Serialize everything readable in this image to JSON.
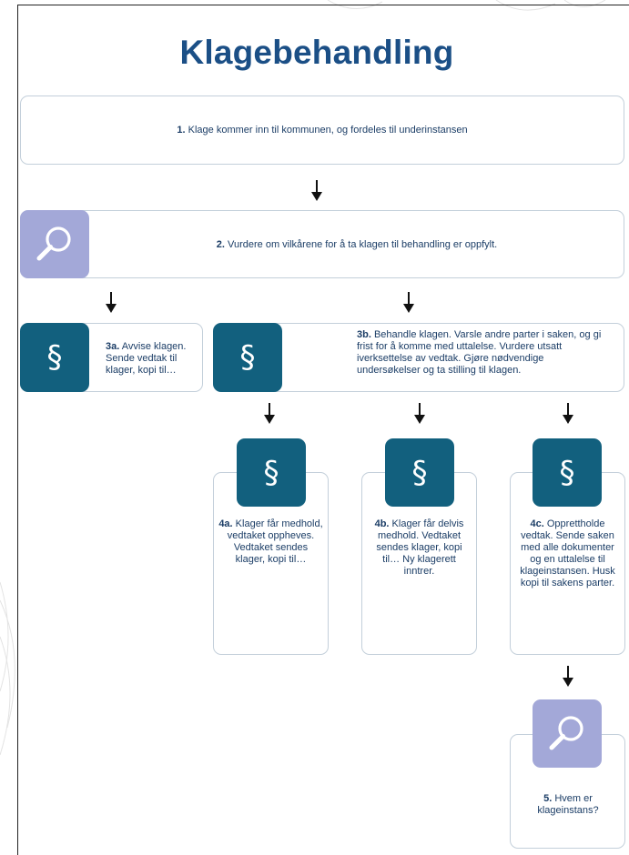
{
  "title": "Klagebehandling",
  "steps": {
    "s1": {
      "num": "1.",
      "text": "Klage kommer inn til kommunen, og fordeles til underinstansen"
    },
    "s2": {
      "num": "2.",
      "text": "Vurdere om vilkårene for å ta klagen til behandling er oppfylt."
    },
    "s3a": {
      "num": "3a.",
      "text": "Avvise klagen. Sende vedtak til klager, kopi til…"
    },
    "s3b": {
      "num": "3b.",
      "text": "Behandle klagen. Varsle andre parter i saken, og gi frist for å komme med uttalelse. Vurdere utsatt iverksettelse av vedtak. Gjøre nødvendige undersøkelser og ta stilling til klagen."
    },
    "s4a": {
      "num": "4a.",
      "text": "Klager får medhold, vedtaket oppheves. Vedtaket sendes klager, kopi til…"
    },
    "s4b": {
      "num": "4b.",
      "text": "Klager får delvis medhold. Vedtaket sendes klager, kopi til… Ny klagerett inntrer."
    },
    "s4c": {
      "num": "4c.",
      "text": "Opprettholde vedtak. Sende saken med alle dokumenter og en uttalelse til klageinstansen. Husk kopi til sakens parter."
    },
    "s5": {
      "num": "5.",
      "text": "Hvem er klageinstans?"
    }
  },
  "icons": {
    "paragraph_glyph": "§",
    "magnifier_name": "magnifier-icon",
    "paragraph_name": "paragraph-icon",
    "colors": {
      "lavender": "#a3a8d8",
      "teal": "#12607e",
      "text": "#1b3d66",
      "title": "#1b4f86",
      "border": "#c3cfda"
    }
  }
}
